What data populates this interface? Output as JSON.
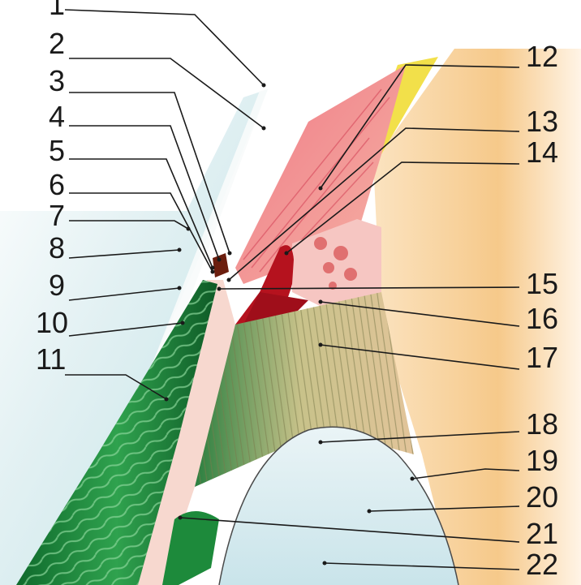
{
  "diagram": {
    "labels": [
      {
        "id": 1,
        "text": "1"
      },
      {
        "id": 2,
        "text": "2"
      },
      {
        "id": 3,
        "text": "3"
      },
      {
        "id": 4,
        "text": "4"
      },
      {
        "id": 5,
        "text": "5"
      },
      {
        "id": 6,
        "text": "6"
      },
      {
        "id": 7,
        "text": "7"
      },
      {
        "id": 8,
        "text": "8"
      },
      {
        "id": 9,
        "text": "9"
      },
      {
        "id": 10,
        "text": "10"
      },
      {
        "id": 11,
        "text": "11"
      },
      {
        "id": 12,
        "text": "12"
      },
      {
        "id": 13,
        "text": "13"
      },
      {
        "id": 14,
        "text": "14"
      },
      {
        "id": 15,
        "text": "15"
      },
      {
        "id": 16,
        "text": "16"
      },
      {
        "id": 17,
        "text": "17"
      },
      {
        "id": 18,
        "text": "18"
      },
      {
        "id": 19,
        "text": "19"
      },
      {
        "id": 20,
        "text": "20"
      },
      {
        "id": 21,
        "text": "21"
      },
      {
        "id": 22,
        "text": "22"
      }
    ]
  }
}
